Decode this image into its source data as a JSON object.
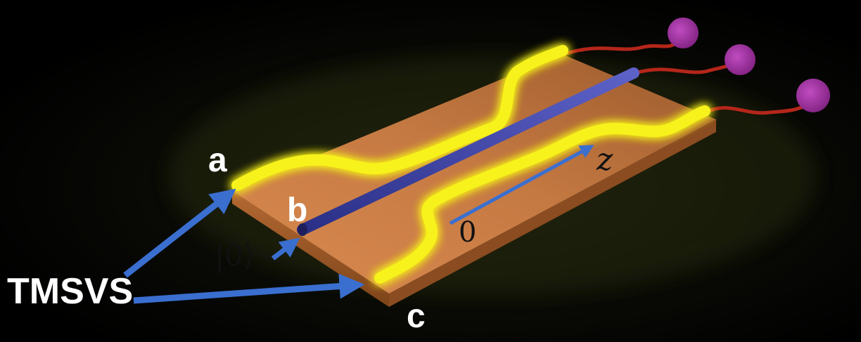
{
  "labels": {
    "a": "a",
    "b": "b",
    "c": "c",
    "source": "TMSVS",
    "vacuum": "|0⟩",
    "axis_z": "z",
    "origin": "0"
  },
  "colors": {
    "background": "#000000",
    "chip_top": "#c87b45",
    "chip_side": "#a35b2c",
    "waveguide_yellow": "#f7f21a",
    "waveguide_blue": "#3b3fa8",
    "arrow_blue": "#3a6fd0",
    "fiber_red": "#b5261a",
    "detector_purple": "#9c2e9a"
  },
  "icons": {
    "detectors": [
      "detector-disc-icon",
      "detector-disc-icon",
      "detector-disc-icon"
    ]
  }
}
